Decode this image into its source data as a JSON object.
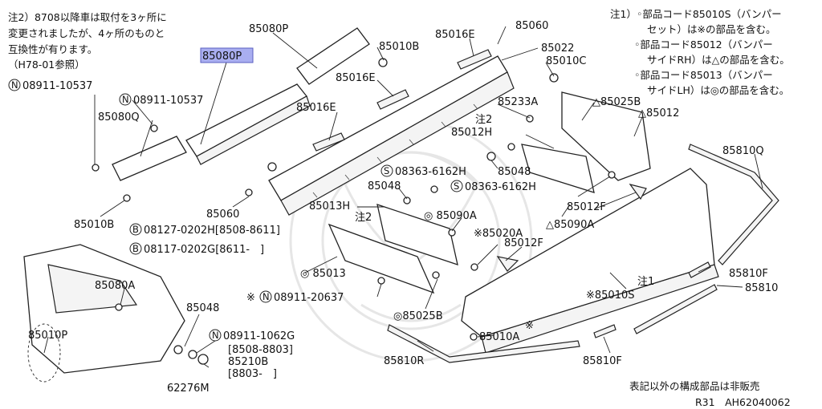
{
  "notes": {
    "note2": [
      "注2）8708以降車は取付を3ヶ所に",
      "変更されましたが、4ヶ所のものと",
      "互換性が有ります。",
      "（H78-01参照）"
    ],
    "note1": [
      "注1）◦部品コード85010S（バンパー",
      "セット）は※の部品を含む。",
      "◦部品コード85012（バンパー",
      "サイドRH）は△の部品を含む。",
      "◦部品コード85013（バンパー",
      "サイドLH）は◎の部品を含む。"
    ],
    "footer": "表記以外の構成部品は非販売",
    "code": "R31　AH62040062"
  },
  "labels": {
    "p85080P_top": "85080P",
    "p85080P_hl": "85080P",
    "p85010B_top": "85010B",
    "p85016E_1": "85016E",
    "p85060_top": "85060",
    "p85022": "85022",
    "p85010C": "85010C",
    "p85016E_2": "85016E",
    "p85016E_3": "85016E",
    "n08911_10537_a": "08911-10537",
    "n08911_10537_b": "08911-10537",
    "p85080Q": "85080Q",
    "p85233A": "85233A",
    "p85025B_top": "△85025B",
    "p85012": "△85012",
    "chu2_top": "注2",
    "p85012H": "85012H",
    "s08363_a": "08363-6162H",
    "p85048_a": "85048",
    "s08363_b": "08363-6162H",
    "p85048_b": "85048",
    "p85810Q": "85810Q",
    "p85013H": "85013H",
    "chu2_mid": "注2",
    "p85012F_a": "85012F",
    "p85090A_tri": "△85090A",
    "p85060_mid": "85060",
    "p85010B_left": "85010B",
    "b08127": "08127-0202H[8508-8611]",
    "b08117": "08117-0202G[8611-　]",
    "p85090A_circ": "◎ 85090A",
    "p85020A": "※85020A",
    "p85012F_b": "85012F",
    "p85013": "◎ 85013",
    "p85080A": "85080A",
    "p85810F_a": "85810F",
    "p85810": "85810",
    "chu1": "注1",
    "p85010S": "※85010S",
    "n08911_20637": "08911-20637",
    "n08911_20637_pre": "※",
    "p85048_c": "85048",
    "p85025B_bot": "◎85025B",
    "p85010A": "85010A",
    "mark_asterisk": "※",
    "p85010P": "85010P",
    "n08911_1062G": "08911-1062G",
    "d8508_8803": "[8508-8803]",
    "p85210B": "85210B",
    "d8803": "[8803-　]",
    "p85810R": "85810R",
    "p85810F_b": "85810F",
    "p62276M": "62276M"
  },
  "symbols": {
    "N": "N",
    "S": "S",
    "B": "B"
  },
  "colors": {
    "highlight": "#a9aef0",
    "line": "#222222"
  }
}
